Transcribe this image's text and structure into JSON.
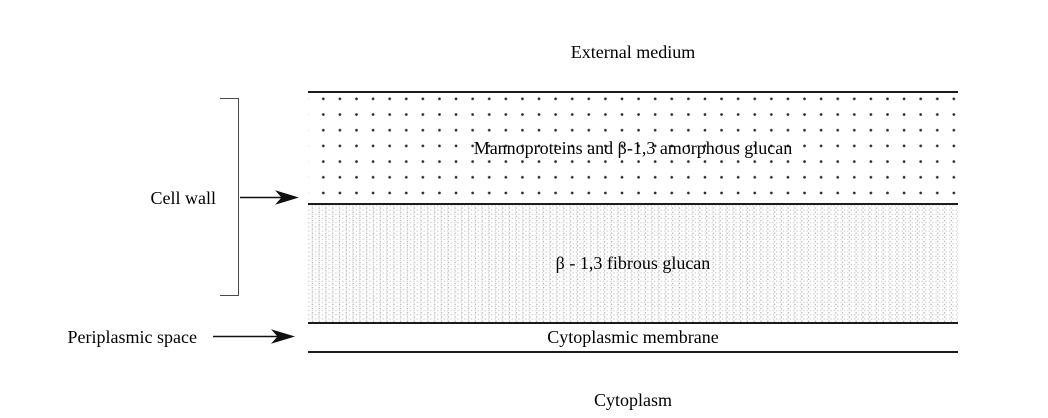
{
  "diagram": {
    "external_medium_label": "External medium",
    "cell_wall_label": "Cell wall",
    "periplasmic_space_label": "Periplasmic space",
    "cytoplasm_label": "Cytoplasm",
    "layers": {
      "amorphous_label": "Mannoproteins and β-1,3 amorphous glucan",
      "fibrous_label": "β - 1,3 fibrous glucan",
      "membrane_label": "Cytoplasmic membrane"
    },
    "colors": {
      "background": "#ffffff",
      "layer_line": "#1c1c1c",
      "coarse_dot": "#2a2a2a",
      "fine_dot": "#c0c0c0",
      "bracket": "#4a4a4a",
      "arrow": "#111111",
      "text": "#000000"
    }
  }
}
